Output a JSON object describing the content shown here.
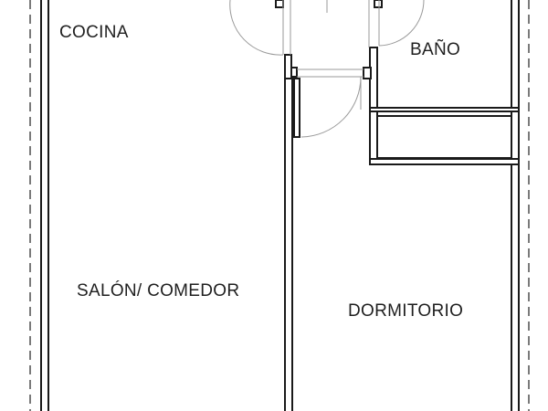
{
  "plan": {
    "rooms": {
      "kitchen": "COCINA",
      "bathroom": "BAÑO",
      "living": "SALÓN/ COMEDOR",
      "bedroom": "DORMITORIO"
    },
    "colors": {
      "wall": "#1a1a1a",
      "door_swing": "#9a9a9a",
      "dashed_boundary": "#7a7a7a",
      "text": "#1f1f1f",
      "background": "#ffffff"
    }
  }
}
